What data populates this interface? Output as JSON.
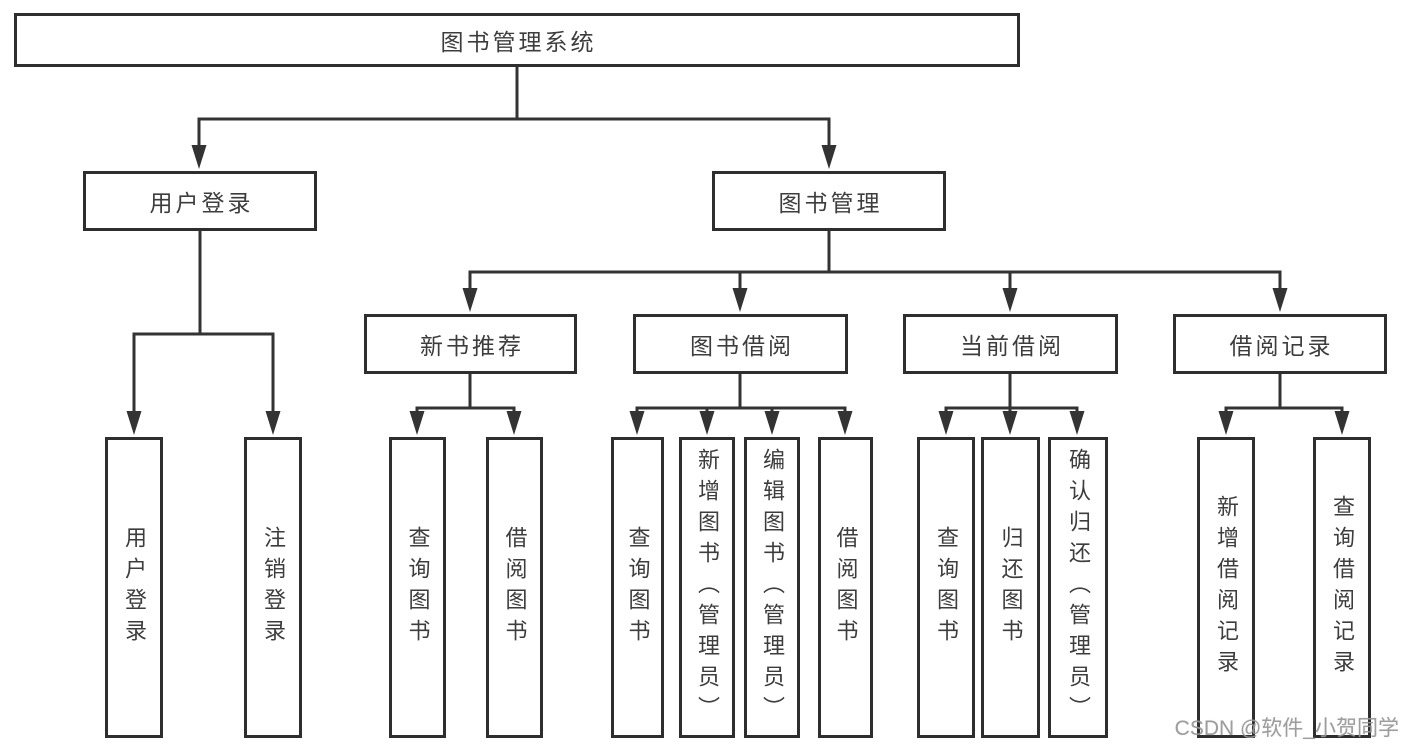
{
  "diagram": {
    "root_label": "图书管理系统",
    "level2": [
      {
        "label": "用户登录"
      },
      {
        "label": "图书管理"
      }
    ],
    "level3": [
      {
        "label": "新书推荐"
      },
      {
        "label": "图书借阅"
      },
      {
        "label": "当前借阅"
      },
      {
        "label": "借阅记录"
      }
    ],
    "leaves": {
      "user_login": [
        "用户登录",
        "注销登录"
      ],
      "new_book_rec": [
        "查询图书",
        "借阅图书"
      ],
      "book_borrow": [
        "查询图书",
        "新增图书（管理员）",
        "编辑图书（管理员）",
        "借阅图书"
      ],
      "current_borrow": [
        "查询图书",
        "归还图书",
        "确认归还（管理员）"
      ],
      "borrow_record": [
        "新增借阅记录",
        "查询借阅记录"
      ]
    }
  },
  "watermark": "CSDN @软件_小贺同学",
  "colors": {
    "line": "#333333",
    "border": "#2e2e2e",
    "text": "#3d3d3d",
    "watermark": "#949494",
    "background": "#ffffff"
  }
}
